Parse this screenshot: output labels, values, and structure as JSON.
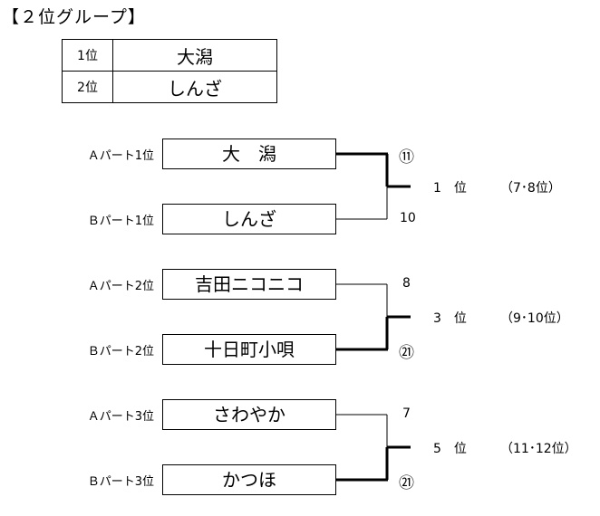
{
  "title": "【２位グループ】",
  "results": [
    {
      "rank": "1位",
      "team": "大潟"
    },
    {
      "rank": "2位",
      "team": "しんざ"
    }
  ],
  "matches": [
    {
      "top": {
        "label": "Ａパート1位",
        "team": "大　潟",
        "score": "⑪"
      },
      "bottom": {
        "label": "Ｂパート1位",
        "team": "しんざ",
        "score": "10"
      },
      "place": "1　位",
      "place_range": "（7･8位）"
    },
    {
      "top": {
        "label": "Ａパート2位",
        "team": "吉田ニコニコ",
        "score": "8"
      },
      "bottom": {
        "label": "Ｂパート2位",
        "team": "十日町小唄",
        "score": "㉑"
      },
      "place": "3　位",
      "place_range": "（9･10位）"
    },
    {
      "top": {
        "label": "Ａパート3位",
        "team": "さわやか",
        "score": "7"
      },
      "bottom": {
        "label": "Ｂパート3位",
        "team": "かつほ",
        "score": "㉑"
      },
      "place": "5　位",
      "place_range": "（11･12位）"
    }
  ]
}
